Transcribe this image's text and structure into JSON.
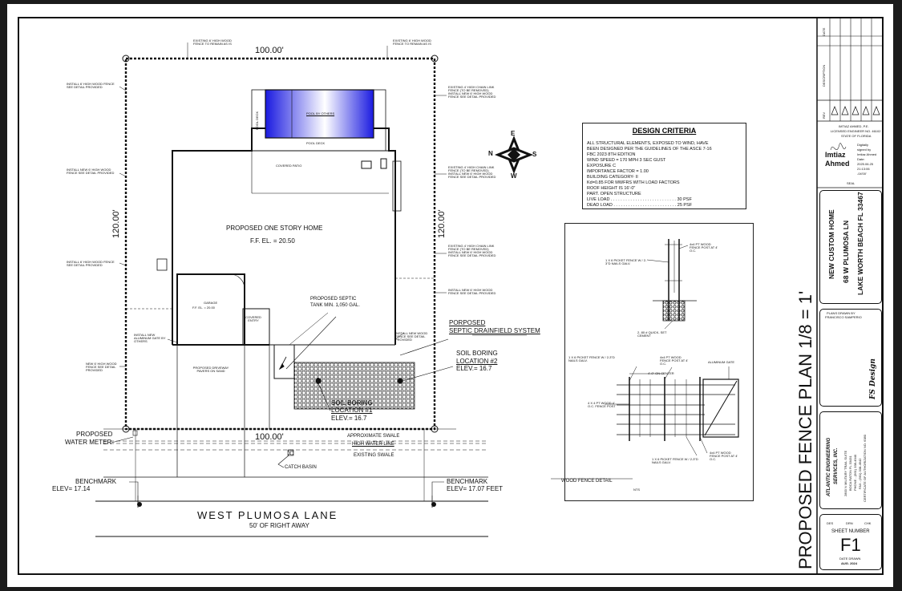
{
  "plan": {
    "dim_top": "100.00'",
    "dim_bottom": "100.00'",
    "dim_left": "120.00'",
    "dim_right": "120.00'",
    "home_title": "PROPOSED ONE STORY HOME",
    "home_elev": "F.F.   EL. = 20.50",
    "pool": "POOL BY OTHERS",
    "pool_deck": "POOL DECK",
    "pool_deck_side": "POOL DECK",
    "covered_patio": "COVERED PATIO",
    "garage_title": "GARAGE",
    "garage_elev": "F.F.   EL. = 20.00",
    "covered_entry": "COVERED ENTRY",
    "driveway": "PROPOSED DRIVEWAY PAVERS ON SAND",
    "septic_1": "PROPOSED SEPTIC",
    "septic_2": "TANK MIN. 1,050 GAL.",
    "drainfield_1": "PORPOSED",
    "drainfield_2": "SEPTIC DRAINFIELD SYSTEM",
    "boring2_1": "SOIL BORING",
    "boring2_2": "LOCATION #2",
    "boring2_3": "ELEV.= 16.7",
    "boring1_1": "SOIL BORING",
    "boring1_2": "LOCATION #1",
    "boring1_3": "ELEV.= 16.7",
    "water_meter_1": "PROPOSED",
    "water_meter_2": "WATER METER",
    "swale_1": "APPROXIMATE SWALE",
    "swale_2": "HIGH WATER LINE",
    "swale_3": "EXISTING SWALE",
    "catch_basin": "CATCH BASIN",
    "bm_left_1": "BENCHMARK",
    "bm_left_2": "ELEV= 17.14",
    "bm_right_1": "BENCHMARK",
    "bm_right_2": "ELEV= 17.07  FEET",
    "street": "WEST   PLUMOSA   LANE",
    "row": "50' OF RIGHT AWAY",
    "compass_n": "N",
    "compass_e": "E",
    "compass_s": "S",
    "compass_w": "W",
    "note_top_1": "EXISTING 6' HIGH WOOD FENCE TO REMAIN AS IS",
    "note_top_2": "EXISTING 6' HIGH WOOD FENCE TO REMAIN AS IS",
    "note_l1": "INSTALL 6' HIGH WOOD FENCE SEE DETAIL PROVIDED",
    "note_l2": "INSTALL NEW 6' HIGH WOOD FENCE SEE DETAIL PROVIDED",
    "note_l3": "INSTALL 6' HIGH WOOD FENCE SEE DETAIL PROVIDED",
    "note_l4": "INSTALL NEW ALUMINUM GATE BY OTHERS",
    "note_l5": "NEW 6' HIGH WOOD FENCE SEE DETAIL PROVIDED",
    "note_r1": "EXISTING 4' HIGH CHAIN LINK FENCE (TO BE REMOVED) INSTALL NEW 6' HIGH WOOD FENCE SEE DETAIL PROVIDED",
    "note_r2": "EXISTING 4' HIGH CHAIN LINK FENCE (TO BE REMOVED) INSTALL NEW 6' HIGH WOOD FENCE SEE DETAIL PROVIDED",
    "note_r3": "EXISTING 4' HIGH CHAIN LINK FENCE (TO BE REMOVED) INSTALL NEW 6' HIGH WOOD FENCE SEE DETAIL PROVIDED",
    "note_r4": "INSTALL NEW 6' HIGH WOOD FENCE SEE DETAIL PROVIDED",
    "note_r5": "INSTALL NEW WOOD FENCE SEE DETAIL PROVIDED"
  },
  "criteria": {
    "title": "DESIGN CRITERIA",
    "lines": [
      "ALL STRUCTURAL ELEMENTS, EXPOSED TO WIND, HAVE",
      "BEEN DESIGNED PER THE GUIDELINES OF THE ASCE 7-16",
      "FBC 2023 8TH EDITION",
      "  WIND SPEED = 170 MPH 3 SEC GUST",
      "  EXPOSURE C",
      "  IMPORTANCE FACTOR = 1.00",
      "  BUILDING CATEGORY- II",
      "  Kd=0.85 FOR MWFRS WITH LOAD FACTORS",
      "  ROOF HEIGHT IS 16'-0\"",
      "  PART. OPEN STRUCTURE",
      "  LIVE LOAD . . . . . . . . . . . . . . . . . . . . . . . . . . . 30 PSF",
      "  DEAD LOAD . . . . . . . . . . . . . . . . . . . . . . . . . . 25 PSF"
    ]
  },
  "detail": {
    "post_label": "4x4 PT WOOD FENCE POST AT 4' O.C.",
    "picket_label": "1 X 6 PICKET FENCE W / 2-3\"D NAILS GALV.",
    "quick_label": "2- 80 # QUICK- SET CEMENT",
    "picket2": "1 X 6 PICKET FENCE W / 2-3\"D NAILS GALV.",
    "post2": "4x4 PT WOOD FENCE POST AT 4' O.C.",
    "gate": "ALUMINUM GATE",
    "center": "4'-0\" ON CENTER",
    "post3": "4 X 4 PT WOOD 4' O.C. FENCE POST",
    "picket3": "1 X 6 PICKET FENCE W / 2-3\"D NAILS GALV.",
    "post4": "4x4 PT WOOD FENCE POST AT 4' O.C.",
    "title": "WOOD FENCE DETAIL",
    "nts": "NTS"
  },
  "sheet_title": "PROPOSED FENCE PLAN 1/8 = 1'",
  "title_block": {
    "col_date": "DATE",
    "col_desc": "DESCRIPTION",
    "col_rev": "REV",
    "engineer": [
      "IMTIAZ AHMED, P.E.",
      "LICENSED ENGINEER NO. 46102",
      "STATE OF FLORIDA"
    ],
    "signer_first": "Imtiaz",
    "signer_last": "Ahmed",
    "digital": [
      "Digitally",
      "signed by",
      "Imtiaz Ahmed",
      "Date:",
      "2025.06.25",
      "21:13:06",
      "-04'00'"
    ],
    "seal": "SEAL",
    "project": [
      "NEW CUSTOM HOME",
      "68 W PLUMOSA LN",
      "LAKE WORTH BEACH FL 33467"
    ],
    "plans_drawn": [
      "PLANS DRAWN BY",
      "FRANCISCO SAMPERIO"
    ],
    "fs_design": "FS Design",
    "firm": [
      "ATLANTIC ENGINEERING",
      "SERVICES, INC."
    ],
    "firm_details": [
      "2800 N MILITARY TRAIL SUITE",
      "BOCA RATON FL 33431",
      "PHONE - (561) 338-4940",
      "FAX - (561) 338-4942",
      "CERTIFICATE OF AUTHORIZATION NO. 6380"
    ],
    "des": "DES",
    "drn": "DRN",
    "chk": "CHK",
    "sheet_number_label": "SHEET NUMBER",
    "sheet_number": "F1",
    "date_drawn_label": "DATE DRAWN",
    "date_drawn": "AUG. 2024"
  },
  "colors": {
    "pool_deep": "#1a1ae0",
    "pool_light": "#ffffff",
    "ink": "#111111"
  }
}
